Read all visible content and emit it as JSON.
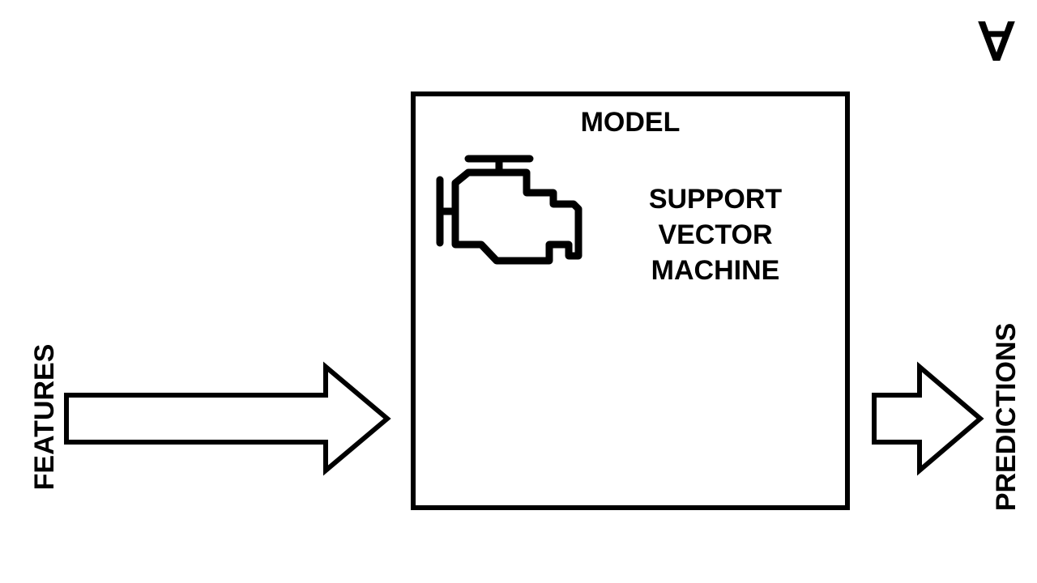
{
  "colors": {
    "background": "#ffffff",
    "stroke": "#000000"
  },
  "corner_mark": "∀",
  "model": {
    "title": "MODEL",
    "name_lines": [
      "SUPPORT",
      "VECTOR",
      "MACHINE"
    ],
    "icon": "engine-icon"
  },
  "input": {
    "label": "FEATURES"
  },
  "output": {
    "label": "PREDICTIONS"
  }
}
